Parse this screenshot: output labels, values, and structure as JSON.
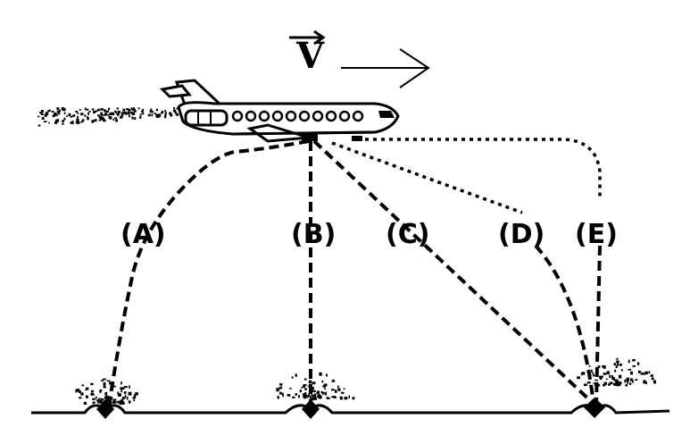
{
  "diagram": {
    "velocity_label": "V",
    "paths": [
      {
        "id": "A",
        "label": "(A)"
      },
      {
        "id": "B",
        "label": "(B)"
      },
      {
        "id": "C",
        "label": "(C)"
      },
      {
        "id": "D",
        "label": "(D)"
      },
      {
        "id": "E",
        "label": "(E)"
      }
    ]
  }
}
